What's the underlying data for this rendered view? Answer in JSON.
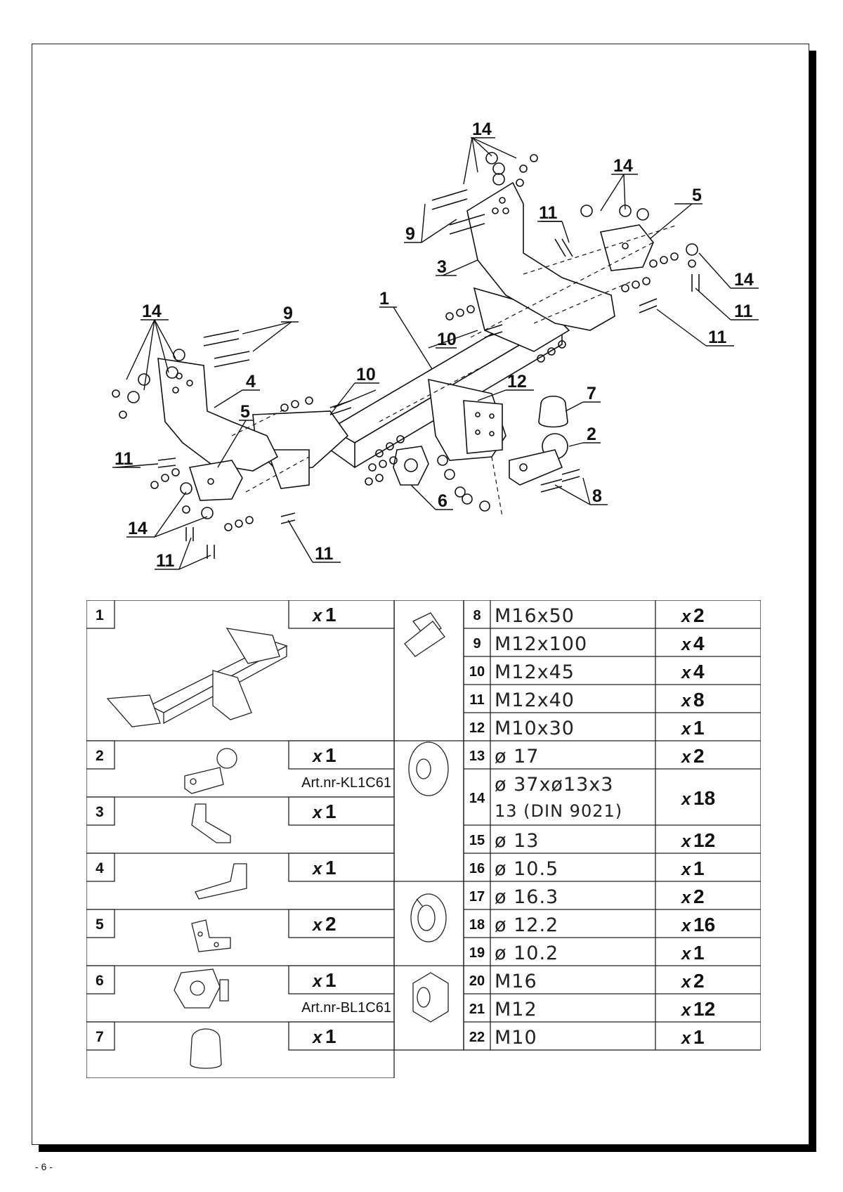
{
  "page_number": "- 6 -",
  "callouts": {
    "top_right": [
      "14",
      "14",
      "5",
      "11",
      "9",
      "3",
      "14",
      "11",
      "11"
    ],
    "center": [
      "1",
      "10",
      "10",
      "12",
      "7",
      "2",
      "8",
      "6"
    ],
    "left": [
      "14",
      "9",
      "4",
      "5",
      "11",
      "14",
      "11",
      "11"
    ]
  },
  "parts_left": [
    {
      "idx": "1",
      "qty": "1",
      "art": ""
    },
    {
      "idx": "2",
      "qty": "1",
      "art": "Art.nr-KL1C61"
    },
    {
      "idx": "3",
      "qty": "1",
      "art": ""
    },
    {
      "idx": "4",
      "qty": "1",
      "art": ""
    },
    {
      "idx": "5",
      "qty": "2",
      "art": ""
    },
    {
      "idx": "6",
      "qty": "1",
      "art": "Art.nr-BL1C61"
    },
    {
      "idx": "7",
      "qty": "1",
      "art": ""
    }
  ],
  "qty_prefix": "x",
  "parts_right": [
    {
      "num": "8",
      "spec": "M16x50",
      "spec2": "",
      "qty": "2"
    },
    {
      "num": "9",
      "spec": "M12x100",
      "spec2": "",
      "qty": "4"
    },
    {
      "num": "10",
      "spec": "M12x45",
      "spec2": "",
      "qty": "4"
    },
    {
      "num": "11",
      "spec": "M12x40",
      "spec2": "",
      "qty": "8"
    },
    {
      "num": "12",
      "spec": "M10x30",
      "spec2": "",
      "qty": "1"
    },
    {
      "num": "13",
      "spec": "ø 17",
      "spec2": "",
      "qty": "2"
    },
    {
      "num": "14",
      "spec": "ø 37xø13x3",
      "spec2": "13 (DIN 9021)",
      "qty": "18"
    },
    {
      "num": "15",
      "spec": "ø 13",
      "spec2": "",
      "qty": "12"
    },
    {
      "num": "16",
      "spec": "ø 10.5",
      "spec2": "",
      "qty": "1"
    },
    {
      "num": "17",
      "spec": "ø 16.3",
      "spec2": "",
      "qty": "2"
    },
    {
      "num": "18",
      "spec": "ø 12.2",
      "spec2": "",
      "qty": "16"
    },
    {
      "num": "19",
      "spec": "ø 10.2",
      "spec2": "",
      "qty": "1"
    },
    {
      "num": "20",
      "spec": "M16",
      "spec2": "",
      "qty": "2"
    },
    {
      "num": "21",
      "spec": "M12",
      "spec2": "",
      "qty": "12"
    },
    {
      "num": "22",
      "spec": "M10",
      "spec2": "",
      "qty": "1"
    }
  ]
}
